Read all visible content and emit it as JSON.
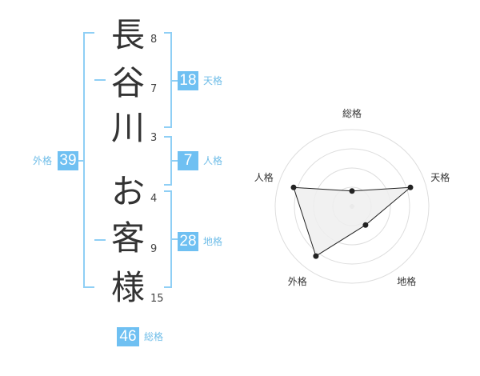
{
  "name": {
    "characters": [
      {
        "char": "長",
        "strokes": "8"
      },
      {
        "char": "谷",
        "strokes": "7"
      },
      {
        "char": "川",
        "strokes": "3"
      },
      {
        "char": "お",
        "strokes": "4"
      },
      {
        "char": "客",
        "strokes": "9"
      },
      {
        "char": "様",
        "strokes": "15"
      }
    ]
  },
  "fortune": {
    "tenkaku": {
      "value": "18",
      "label": "天格"
    },
    "jinkaku": {
      "value": "7",
      "label": "人格"
    },
    "chikaku": {
      "value": "28",
      "label": "地格"
    },
    "gaikaku": {
      "value": "39",
      "label": "外格"
    },
    "soukaku": {
      "value": "46",
      "label": "総格"
    }
  },
  "chart_data": {
    "type": "radar",
    "axes": [
      "総格",
      "天格",
      "地格",
      "外格",
      "人格"
    ],
    "values": [
      1,
      4,
      1.5,
      4,
      4
    ],
    "range": [
      0,
      5
    ],
    "rings": 4,
    "colors": {
      "fill": "#eeeeee",
      "line": "#222222",
      "ring": "#dddddd",
      "accent": "#6fc0f2"
    }
  }
}
